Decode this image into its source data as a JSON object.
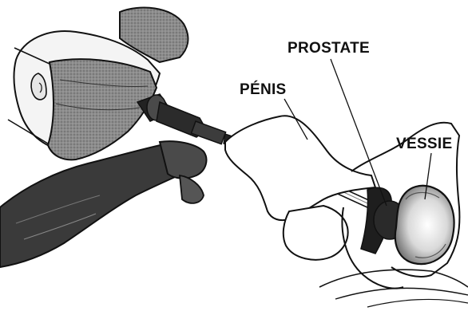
{
  "labels": {
    "prostate": "PROSTATE",
    "penis": "PÉNIS",
    "bladder": "VESSIE"
  },
  "colors": {
    "ink": "#111111",
    "skin_shade": "#7a7a7a",
    "glove": "#3a3a3a",
    "bladder_fill": "#e8e8e8",
    "background": "#ffffff"
  }
}
